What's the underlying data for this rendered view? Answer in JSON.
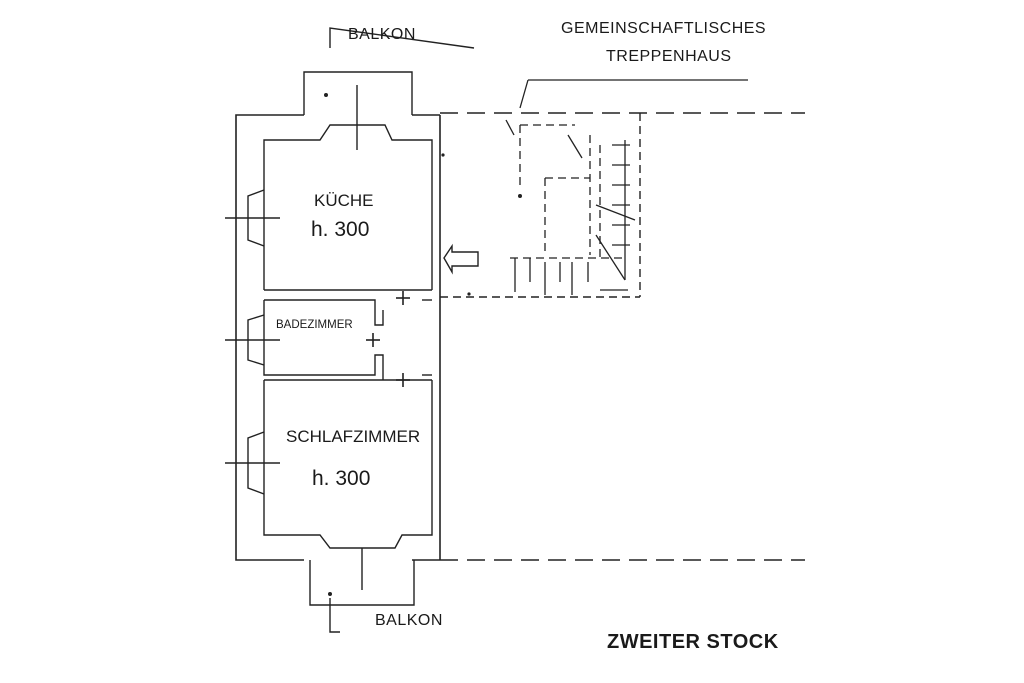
{
  "labels": {
    "balcony_top": "BALKON",
    "balcony_bottom": "BALKON",
    "stairwell_line1": "GEMEINSCHAFTLISCHES",
    "stairwell_line2": "TREPPENHAUS",
    "kitchen_name": "KÜCHE",
    "kitchen_height": "h. 300",
    "bathroom_name": "BADEZIMMER",
    "bedroom_name": "SCHLAFZIMMER",
    "bedroom_height": "h. 300",
    "floor_title": "ZWEITER STOCK"
  },
  "colors": {
    "ink": "#222222",
    "background": "#ffffff"
  }
}
